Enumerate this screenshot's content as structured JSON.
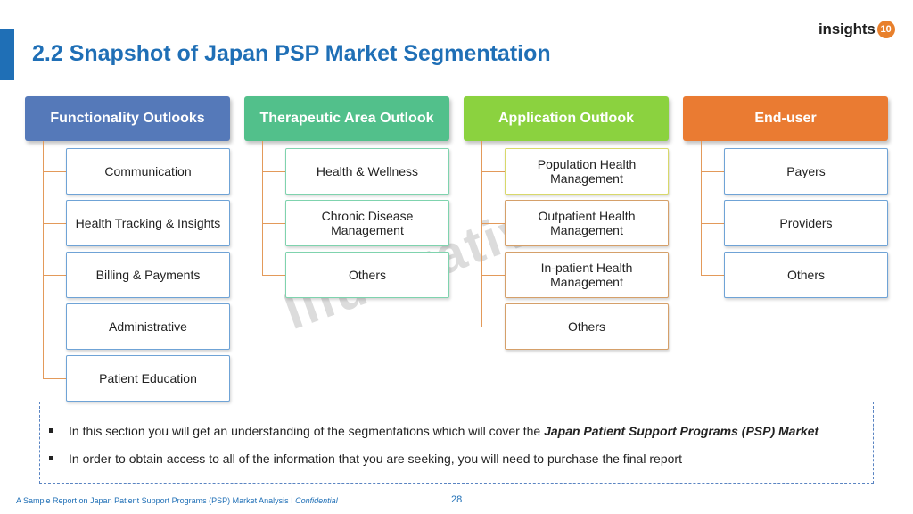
{
  "title": "2.2 Snapshot of Japan PSP Market Segmentation",
  "logo": {
    "text": "insights",
    "badge": "10"
  },
  "watermark": "Illustrative",
  "columns": [
    {
      "header": "Functionality Outlooks",
      "color": "#5579b9",
      "items": [
        "Communication",
        "Health Tracking & Insights",
        "Billing & Payments",
        "Administrative",
        "Patient Education"
      ]
    },
    {
      "header": "Therapeutic Area Outlook",
      "color": "#52c08b",
      "items": [
        "Health & Wellness",
        "Chronic Disease Management",
        "Others"
      ]
    },
    {
      "header": "Application Outlook",
      "color": "#8bd23f",
      "items": [
        "Population Health Management",
        "Outpatient Health Management",
        "In-patient Health Management",
        "Others"
      ]
    },
    {
      "header": "End-user",
      "color": "#ea7b32",
      "items": [
        "Payers",
        "Providers",
        "Others"
      ]
    }
  ],
  "item_border_colors": [
    "#6fa3d6",
    "#7fd3ae",
    "#d8d86a",
    "#d5a06a",
    "#e8a66e"
  ],
  "notes": {
    "line1_prefix": "In this section you will get an understanding of the segmentations which will cover the ",
    "line1_emphasis": "Japan Patient Support Programs (PSP) Market",
    "line2": "In order to obtain access to all of the information that you are seeking, you will need to purchase the final report"
  },
  "footer": {
    "text": "A Sample Report on Japan Patient Support Programs (PSP) Market Analysis I ",
    "confidential": "Confidential",
    "page": "28"
  }
}
